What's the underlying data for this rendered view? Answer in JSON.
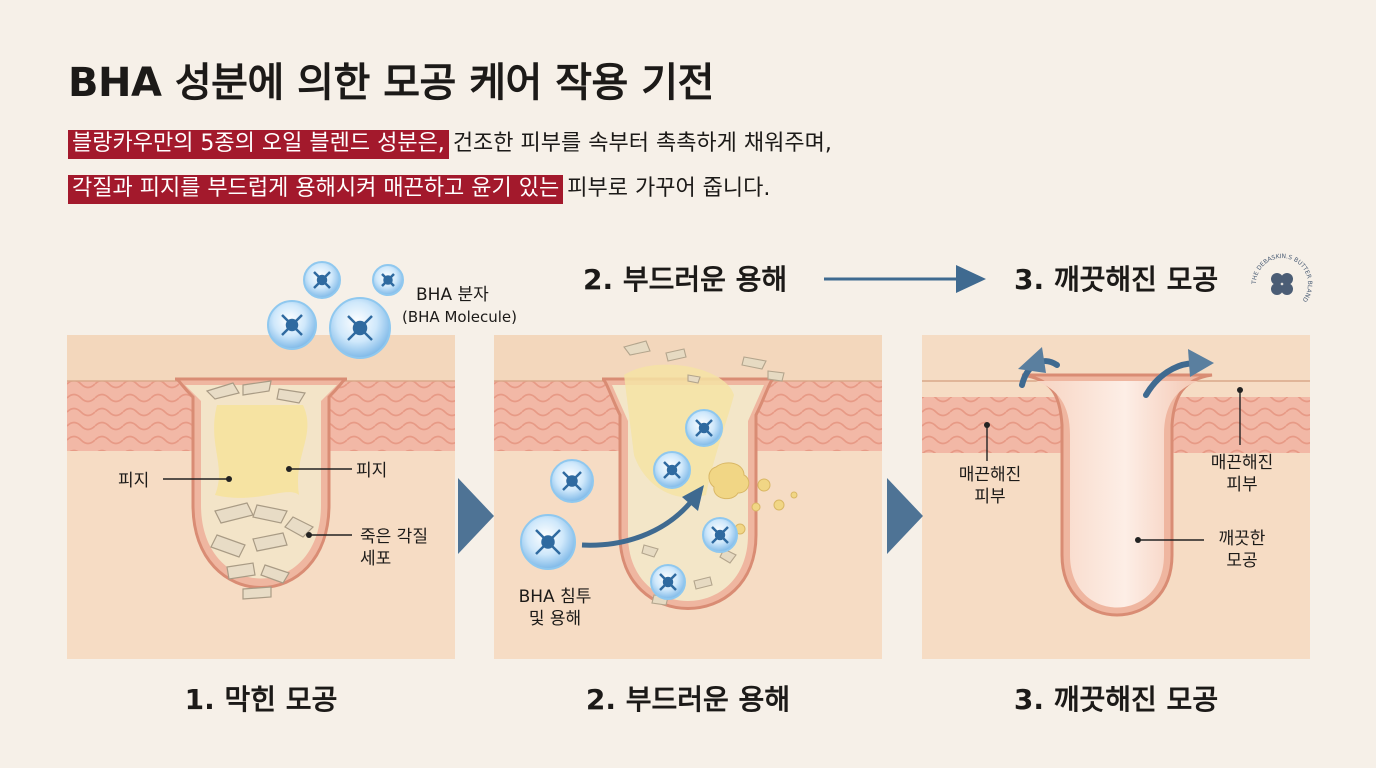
{
  "title": "BHA 성분에 의한 모공 케어 작용 기전",
  "description": {
    "line1_highlight": "블랑카우만의 5종의 오일 블렌드 성분은,",
    "line1_rest": "건조한 피부를 속부터 촉촉하게 채워주며,",
    "line2_highlight": "각질과 피지를 부드럽게 용해시켜 매끈하고 윤기 있는",
    "line2_rest": "피부로 가꾸어 줍니다."
  },
  "molecule_label": {
    "ko": "BHA 분자",
    "en": "(BHA Molecule)"
  },
  "top_labels": {
    "step2": "2. 부드러운 용해",
    "step3": "3. 깨끗해진 모공"
  },
  "steps": [
    {
      "label": "1. 막힌 모공"
    },
    {
      "label": "2. 부드러운 용해"
    },
    {
      "label": "3. 깨끗해진 모공"
    }
  ],
  "panel1": {
    "sebum_left": "피지",
    "sebum_right": "피지",
    "dead_cells_1": "죽은 각질",
    "dead_cells_2": "세포"
  },
  "panel2": {
    "penetration_1": "BHA 침투",
    "penetration_2": "및 용해"
  },
  "panel3": {
    "smooth_left_1": "매끈해진",
    "smooth_left_2": "피부",
    "smooth_right_1": "매끈해진",
    "smooth_right_2": "피부",
    "clean_1": "깨끗한",
    "clean_2": "모공"
  },
  "logo_text": "THE DEBASKIN.S BUTTER BLAND",
  "colors": {
    "accent": "#a3192c",
    "arrow": "#3f6a90",
    "skin": "#f4d8bd",
    "sebum": "#f4e2a6",
    "molecule": "#8fc8ef"
  }
}
